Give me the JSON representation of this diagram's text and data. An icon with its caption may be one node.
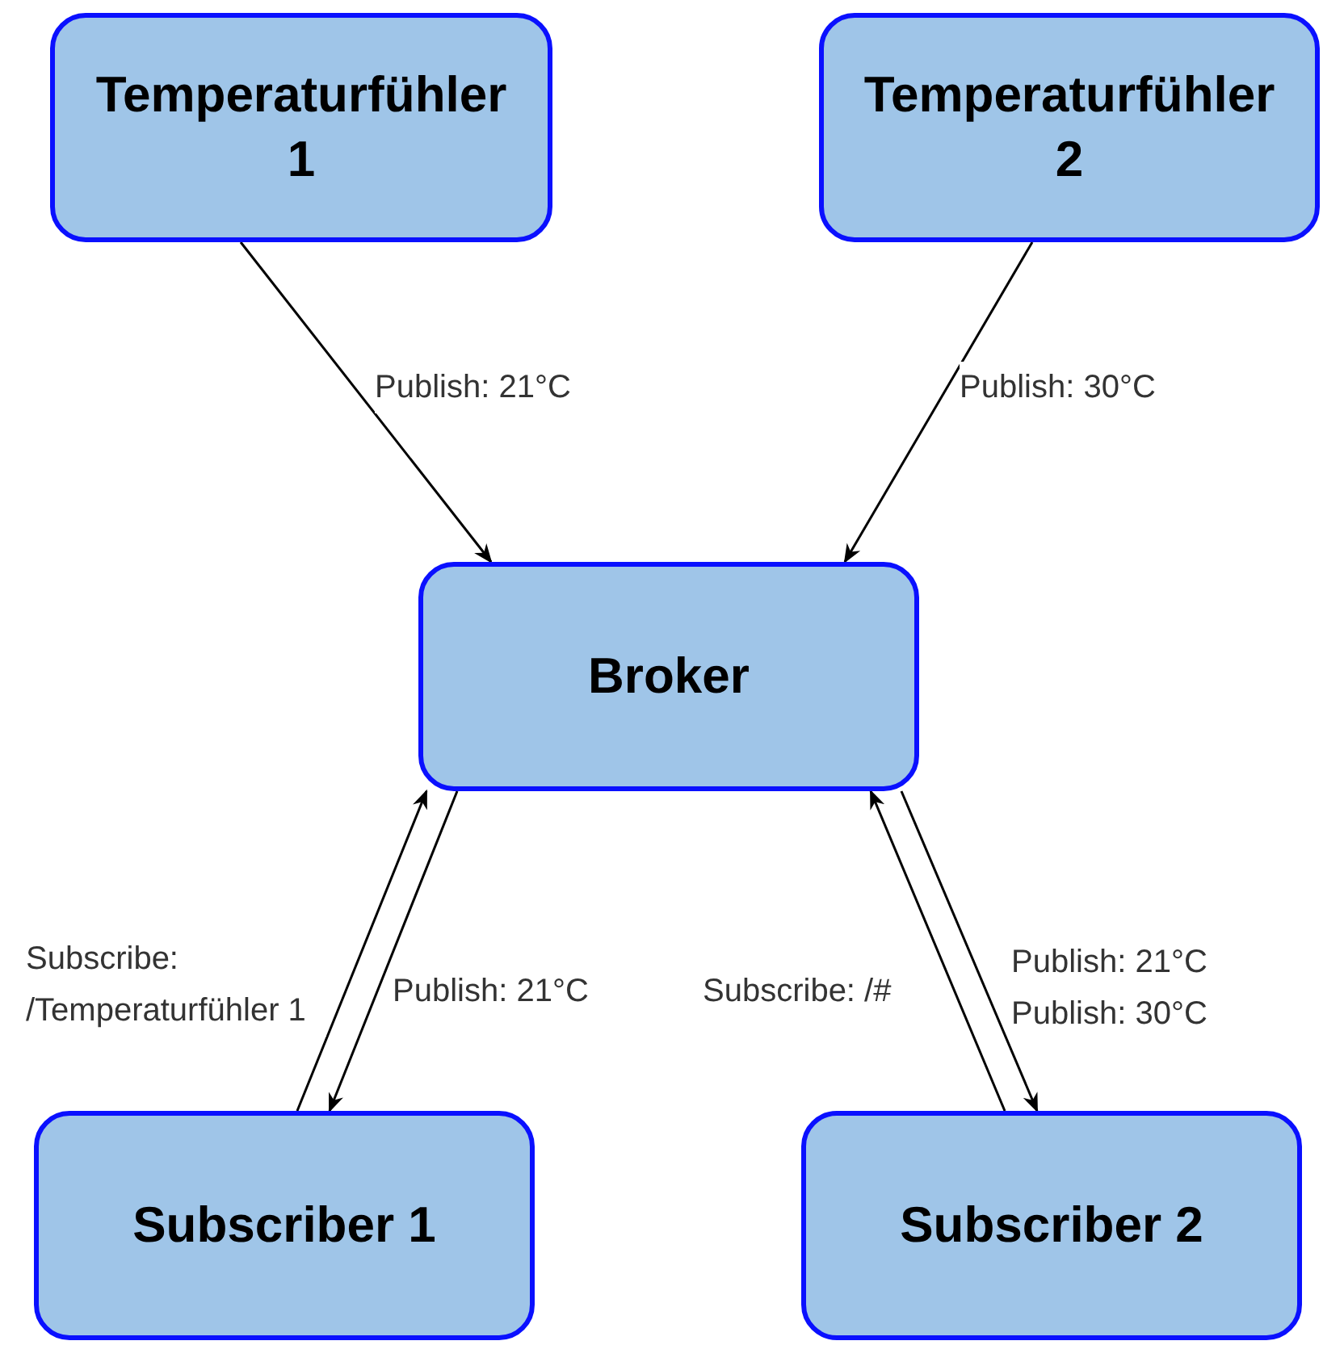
{
  "diagram": {
    "nodes": [
      {
        "text": [
          "Temperaturfühler 1"
        ]
      },
      {
        "text": [
          "Temperaturfühler 2"
        ]
      },
      {
        "text": [
          "Broker"
        ]
      },
      {
        "text": [
          "Subscriber 1"
        ]
      },
      {
        "text": [
          "Subscriber 2"
        ]
      }
    ],
    "edges": [
      {
        "from": 0,
        "to": 2,
        "arrow": "to",
        "label": "Publish: 21°C"
      },
      {
        "from": 1,
        "to": 2,
        "arrow": "to",
        "label": "Publish: 30°C"
      },
      {
        "from": 3,
        "to": 2,
        "arrow": "to",
        "label": "Subscribe: /Temperaturfühler 1"
      },
      {
        "from": 2,
        "to": 3,
        "arrow": "to",
        "label": "Publish: 21°C"
      },
      {
        "from": 4,
        "to": 2,
        "arrow": "to",
        "label": "Subscribe: /#"
      },
      {
        "from": 2,
        "to": 4,
        "arrow": "to",
        "label": "Publish: 21°C Publish: 30°C"
      }
    ]
  }
}
